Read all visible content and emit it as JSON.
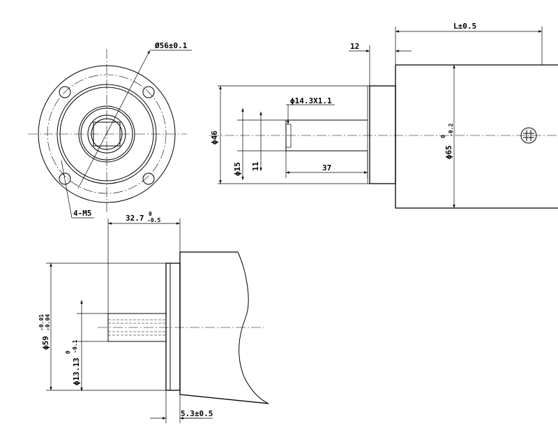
{
  "dims": {
    "flange_bolt_circle": "Ø56±0.1",
    "holes": "4-M5",
    "shaft_len_gear": "32.7",
    "shaft_len_gear_tol_up": "0",
    "shaft_len_gear_tol_lo": "-0.5",
    "length": "L±0.5",
    "flange_thk": "12",
    "shaft_dia": "ϕ14.3X1.1",
    "boss_dia": "ϕ46",
    "motor_dia": "ϕ65",
    "motor_dia_tol_up": "0",
    "motor_dia_tol_lo": "-0.2",
    "shaft_flat": "ϕ15",
    "flat_width": "11",
    "shaft_ext": "37",
    "gear_dia": "ϕ59",
    "gear_dia_tol_up": "-0.01",
    "gear_dia_tol_lo": "-0.04",
    "gear_shaft_dia": "ϕ13.13",
    "gear_shaft_dia_tol_up": "0",
    "gear_shaft_dia_tol_lo": "-0.1",
    "shoulder": "5.3±0.5"
  }
}
